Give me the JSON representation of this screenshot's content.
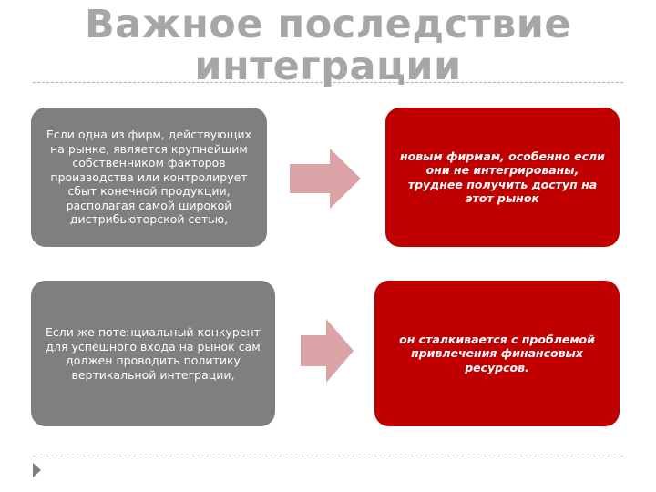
{
  "title": {
    "line1": "Важное последствие",
    "line2": "интеграции"
  },
  "rows": [
    {
      "cause": "Если одна из фирм, действующих на рынке, является крупнейшим собственником факторов производства или контролирует сбыт конечной продукции, располагая самой широкой дистрибьюторской сетью,",
      "effect": "новым фирмам, особенно если они не интегрированы, труднее получить доступ на этот рынок"
    },
    {
      "cause": "Если же потенциальный конкурент для успешного входа на рынок сам должен проводить политику вертикальной интеграции,",
      "effect": "он сталкивается с проблемой привлечения финансовых ресурсов."
    }
  ],
  "colors": {
    "gray": "#7f7f7f",
    "red": "#c00000",
    "arrow": "#dba3a5",
    "title": "#a6a6a6"
  }
}
